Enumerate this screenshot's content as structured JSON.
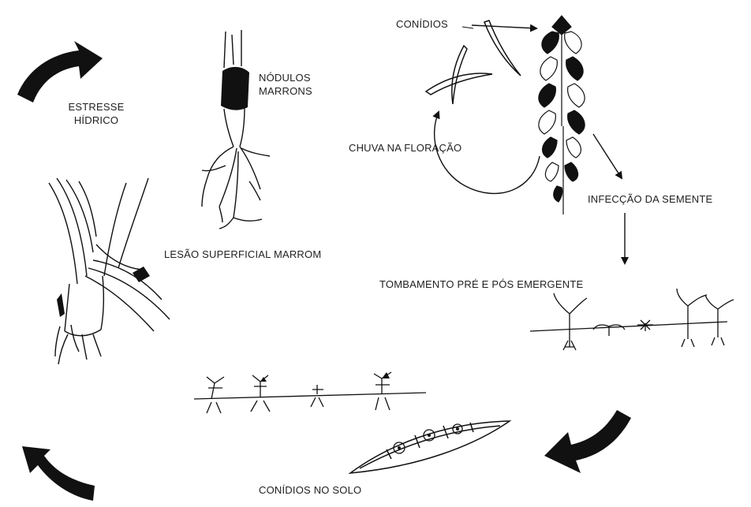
{
  "labels": {
    "estresse_line1": "ESTRESSE",
    "estresse_line2": "HÍDRICO",
    "nodulos_line1": "NÓDULOS",
    "nodulos_line2": "MARRONS",
    "conidios": "CONÍDIOS",
    "chuva": "CHUVA NA FLORAÇÃO",
    "infeccao": "INFECÇÃO DA SEMENTE",
    "lesao": "LESÃO SUPERFICIAL MARROM",
    "tombamento": "TOMBAMENTO PRÉ E PÓS EMERGENTE",
    "conidios_solo": "CONÍDIOS  NO SOLO"
  },
  "colors": {
    "ink": "#111111",
    "text": "#222222",
    "background": "#ffffff"
  }
}
